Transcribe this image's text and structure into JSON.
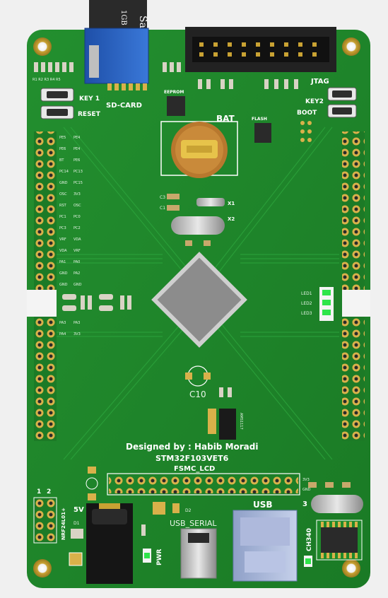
{
  "board": {
    "colors": {
      "pcb": "#1f8a2b",
      "pcb_dark": "#17701f",
      "trace": "#2aa23a",
      "pad": "#d9b14a",
      "mcu": "#8c8c8c",
      "header": "#222222",
      "gold": "#c9a233",
      "bat_holder": "#c78a3a"
    },
    "labels": {
      "sd_card": "SD-CARD",
      "key1": "KEY 1",
      "reset": "RESET",
      "eeprom": "EEPROM",
      "bat": "BAT",
      "flash": "FLASH",
      "jtag": "JTAG",
      "key2": "KEY2",
      "boot": "BOOT",
      "x1": "X1",
      "x2": "X2",
      "c10": "C10",
      "designer": "Designed by : Habib Moradi",
      "chip": "STM32F103VET6",
      "fsmc": "FSMC_LCD",
      "five_v": "5V",
      "d1": "D1",
      "usb_serial": "USB_SERIAL",
      "usb": "USB",
      "pwr": "PWR",
      "nrf": "NRF24L01+",
      "one": "1",
      "two": "2",
      "ch340": "CH340",
      "d2": "D2",
      "r_labels": "R1 R2 R3 R4 R5",
      "ams": "AMS1117",
      "three_v": "3V3",
      "gnd": "GND",
      "sd_brand": "San",
      "sd_size": "1GB",
      "c3": "C3",
      "c1": "C1",
      "num_three": "3"
    },
    "left_pin_labels": [
      [
        "PE5",
        "PE4"
      ],
      [
        "PE6",
        "PE4"
      ],
      [
        "BT",
        "PE6"
      ],
      [
        "PC14",
        "PC13"
      ],
      [
        "GND",
        "PC15"
      ],
      [
        "OSC",
        "3V3"
      ],
      [
        "RST",
        "OSC"
      ],
      [
        "PC1",
        "PC0"
      ],
      [
        "PC3",
        "PC2"
      ],
      [
        "VRF",
        "VDA"
      ],
      [
        "VDA",
        "VRF"
      ],
      [
        "PA1",
        "PA0"
      ],
      [
        "GND",
        "PA2"
      ],
      [
        "GND",
        "GND"
      ]
    ],
    "left_pin_labels_lower": [
      [
        "PA3",
        "PA3"
      ],
      [
        "PA4",
        "3V3"
      ]
    ],
    "led_labels": [
      "LED1",
      "LED2",
      "LED3"
    ]
  }
}
